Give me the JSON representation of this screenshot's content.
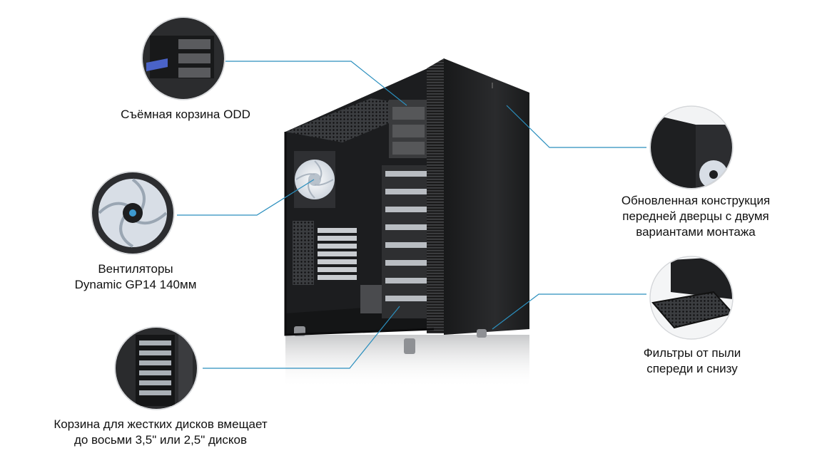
{
  "product_image": "pc-case-open-side-panel",
  "accent_color": "#2b8fbe",
  "callouts": {
    "odd_cage": {
      "icon": "odd-cage-photo",
      "lines": [
        "Съёмная корзина ODD"
      ]
    },
    "fans": {
      "icon": "fan-photo",
      "lines": [
        "Вентиляторы",
        "Dynamic GP14 140мм"
      ]
    },
    "hdd_cage": {
      "icon": "hdd-cage-photo",
      "lines": [
        "Корзина для жестких дисков вмещает",
        "до восьми 3,5\" или 2,5\" дисков"
      ]
    },
    "front_door": {
      "icon": "front-door-photo",
      "lines": [
        "Обновленная конструкция",
        "передней дверцы с двумя",
        "вариантами монтажа"
      ]
    },
    "dust_filters": {
      "icon": "dust-filter-photo",
      "lines": [
        "Фильтры от пыли",
        "спереди и снизу"
      ]
    }
  }
}
